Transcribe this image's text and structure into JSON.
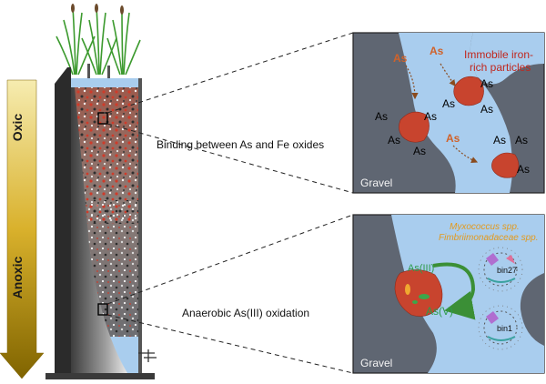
{
  "axis": {
    "top_label": "Oxic",
    "bottom_label": "Anoxic"
  },
  "labels": {
    "upper_process": "Binding between As and Fe oxides",
    "lower_process": "Anaerobic As(III) oxidation"
  },
  "upper_panel": {
    "particles_label_line1": "Immobile iron-",
    "particles_label_line2": "rich particles",
    "mobile_as": "As",
    "bound_as": "As",
    "gravel_label": "Gravel"
  },
  "lower_panel": {
    "organism1": "Myxococcus spp.",
    "organism2": "Fimbriimonadaceae spp.",
    "as3_label": "As(III)",
    "as5_label": "As(V)",
    "bin_a": "bin27",
    "bin_b": "bin1",
    "gravel_label": "Gravel"
  },
  "colors": {
    "oxic_arrow_top": "#f3e7a4",
    "oxic_arrow_bottom": "#8a6e00",
    "water": "#a9cdee",
    "gravel": "#5f6672",
    "iron_particle": "#c8442e",
    "as_mobile": "#d0622a",
    "as_bound": "#000000",
    "as_species": "#2e9b4b",
    "organism_label": "#e39a1d",
    "particle_label": "#c0271d"
  }
}
